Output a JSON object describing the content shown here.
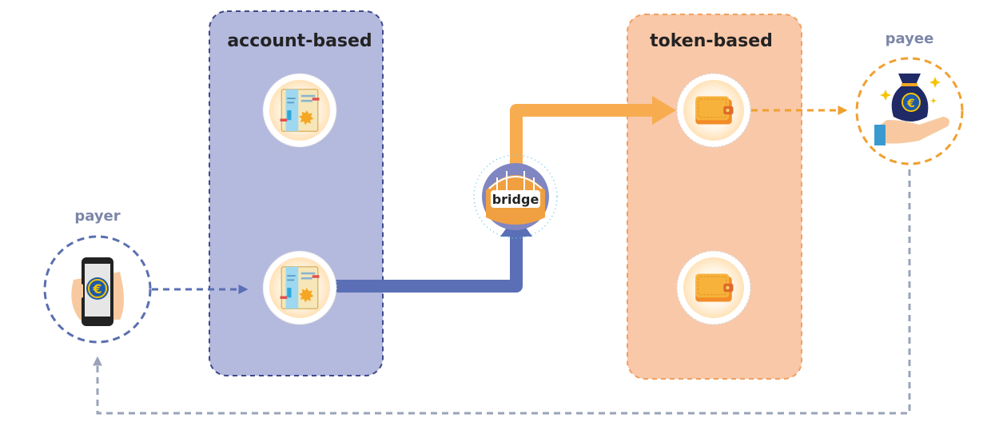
{
  "groups": {
    "account": {
      "title": "account-based",
      "fill": "#B4B9DE",
      "stroke": "#3D4A8C"
    },
    "token": {
      "title": "token-based",
      "fill": "#F9C8A8",
      "stroke": "#F0A060"
    }
  },
  "nodes": {
    "payer": {
      "label": "payer",
      "color": "#5A6FB0"
    },
    "payee": {
      "label": "payee",
      "color": "#F0A030"
    },
    "bridge": {
      "label": "bridge"
    }
  },
  "colors": {
    "blue_flow": "#5A6FB5",
    "orange_flow": "#F8AC50",
    "return_path": "#9AA3B8",
    "label_gray": "#7C86A8"
  },
  "icons": {
    "account_top": "ledger-document-icon",
    "account_bottom": "ledger-document-icon",
    "token_top": "wallet-icon",
    "token_bottom": "wallet-icon",
    "payer": "phone-euro-icon",
    "payee": "money-bag-euro-icon",
    "bridge": "bridge-icon"
  }
}
